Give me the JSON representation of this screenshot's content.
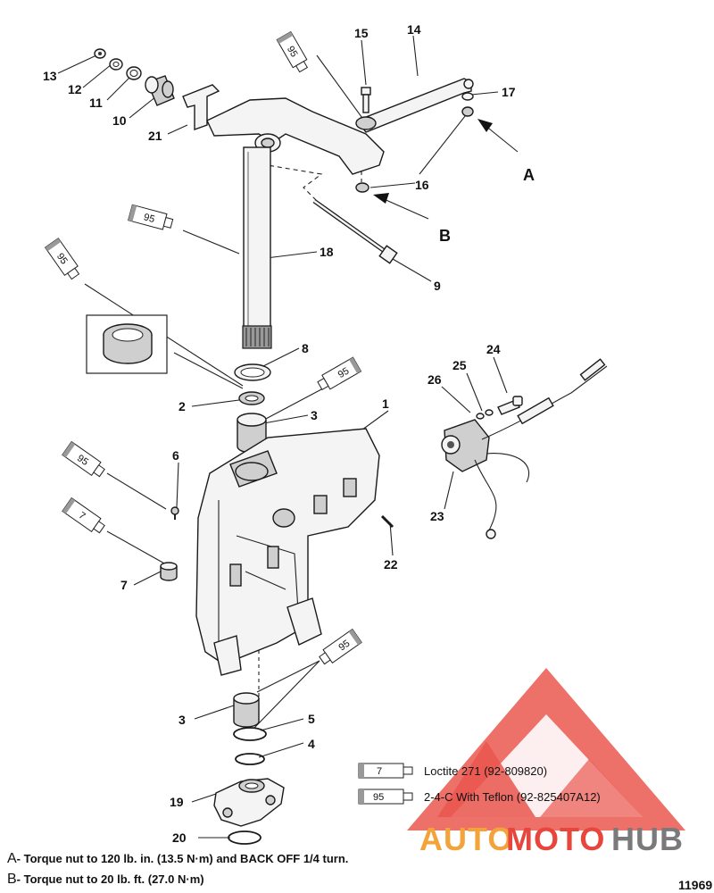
{
  "callouts": [
    {
      "id": "c13",
      "text": "13"
    },
    {
      "id": "c12",
      "text": "12"
    },
    {
      "id": "c11",
      "text": "11"
    },
    {
      "id": "c10",
      "text": "10"
    },
    {
      "id": "c21",
      "text": "21"
    },
    {
      "id": "c15",
      "text": "15"
    },
    {
      "id": "c14",
      "text": "14"
    },
    {
      "id": "c17",
      "text": "17"
    },
    {
      "id": "c16a",
      "text": "16"
    },
    {
      "id": "c16b",
      "text": "16"
    },
    {
      "id": "c18",
      "text": "18"
    },
    {
      "id": "c9",
      "text": "9"
    },
    {
      "id": "c8",
      "text": "8"
    },
    {
      "id": "c2",
      "text": "2"
    },
    {
      "id": "c3a",
      "text": "3"
    },
    {
      "id": "c1",
      "text": "1"
    },
    {
      "id": "c6",
      "text": "6"
    },
    {
      "id": "c7",
      "text": "7"
    },
    {
      "id": "c22",
      "text": "22"
    },
    {
      "id": "c24",
      "text": "24"
    },
    {
      "id": "c25",
      "text": "25"
    },
    {
      "id": "c26",
      "text": "26"
    },
    {
      "id": "c23",
      "text": "23"
    },
    {
      "id": "c3b",
      "text": "3"
    },
    {
      "id": "c5",
      "text": "5"
    },
    {
      "id": "c4",
      "text": "4"
    },
    {
      "id": "c19",
      "text": "19"
    },
    {
      "id": "c20",
      "text": "20"
    }
  ],
  "markers": {
    "A": "A",
    "B": "B"
  },
  "tubes": {
    "t95": "95",
    "t7": "7"
  },
  "legend": {
    "item7": {
      "tube": "7",
      "text": "Loctite 271 (92-809820)"
    },
    "item95": {
      "tube": "95",
      "text": "2-4-C  With Teflon (92-825407A12)"
    }
  },
  "notes": {
    "a": {
      "letter": "A",
      "text": "- Torque nut to 120 lb. in. (13.5 N·m) and BACK OFF 1/4 turn."
    },
    "b": {
      "letter": "B",
      "text": "- Torque nut to 20 lb. ft. (27.0 N·m)"
    }
  },
  "figure_number": "11969",
  "watermark": {
    "part1": "AUTO",
    "part2": "MOTO",
    "part3": "HUB",
    "color_red": "#e8453c",
    "color_orange": "#f2a33a",
    "color_gray": "#7a7a7a"
  }
}
